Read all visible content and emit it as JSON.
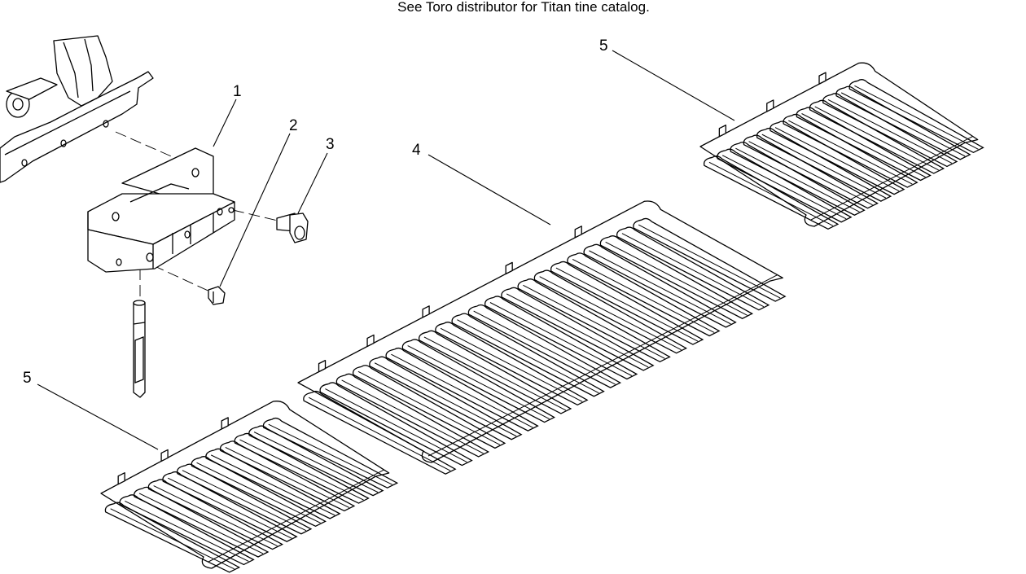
{
  "caption": "See Toro distributor for Titan tine catalog.",
  "callouts": [
    {
      "id": "callout-1",
      "text": "1"
    },
    {
      "id": "callout-2",
      "text": "2"
    },
    {
      "id": "callout-3",
      "text": "3"
    },
    {
      "id": "callout-4",
      "text": "4"
    },
    {
      "id": "callout-5-upper",
      "text": "5"
    },
    {
      "id": "callout-5-lower",
      "text": "5"
    }
  ],
  "colors": {
    "line": "#000000",
    "background": "#ffffff"
  }
}
